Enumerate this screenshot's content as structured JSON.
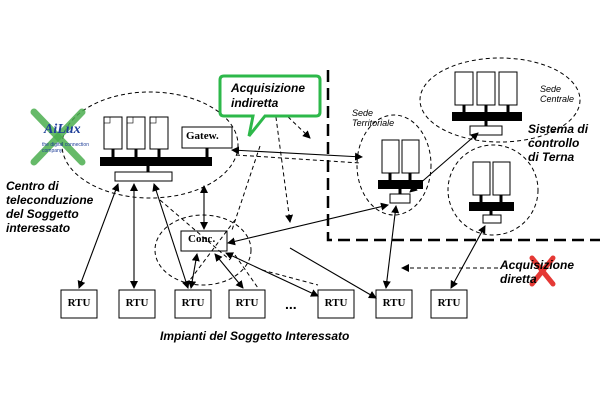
{
  "logo": {
    "name": "AiLux",
    "tagline": "the digital connection company"
  },
  "labels": {
    "centro": [
      "Centro di",
      "teleconduzione",
      "del Soggetto",
      "interessato"
    ],
    "gateway": "Gatew.",
    "conc": "Conc.",
    "acquisizione_indiretta": [
      "Acquisizione",
      "indiretta"
    ],
    "acquisizione_diretta": [
      "Acquisizione",
      "diretta"
    ],
    "sede_territoriale": [
      "Sede",
      "Territoriale"
    ],
    "sede_centrale": [
      "Sede",
      "Centrale"
    ],
    "sistema": [
      "Sistema di",
      "controllo",
      "di Terna"
    ],
    "impianti": "Impianti del Soggetto Interessato",
    "ellipsis": "..."
  },
  "rtus": [
    "RTU",
    "RTU",
    "RTU",
    "RTU",
    "RTU",
    "RTU",
    "RTU"
  ],
  "colors": {
    "callout_border": "#2db84a",
    "cross_green": "#4caf50",
    "cross_red": "#e53935",
    "logo_blue": "#1f3f99"
  }
}
